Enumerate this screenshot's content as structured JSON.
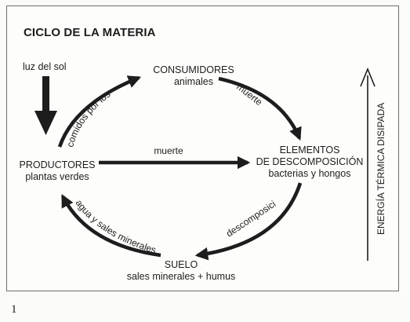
{
  "title": "CICLO DE LA MATERIA",
  "sun_label": "luz del sol",
  "nodes": {
    "consumers": {
      "name": "CONSUMIDORES",
      "sub": "animales"
    },
    "producers": {
      "name": "PRODUCTORES",
      "sub": "plantas verdes"
    },
    "decomposers": {
      "name_line1": "ELEMENTOS",
      "name_line2": "DE DESCOMPOSICIÓN",
      "sub": "bacterias y hongos"
    },
    "soil": {
      "name": "SUELO",
      "sub": "sales minerales + humus"
    }
  },
  "edges": {
    "producers_to_consumers": "comidos por los",
    "consumers_to_decomposers": "muerte",
    "producers_to_decomposers": "muerte",
    "decomposers_to_soil": "descomposición",
    "soil_to_producers": "agua y sales minerales"
  },
  "energy_label": "ENERGÍA TÉRMICA DISIPADA",
  "page_number": "1",
  "colors": {
    "ink": "#1d1d1d",
    "border": "#6d6d6d",
    "background": "#fbfbf9"
  }
}
